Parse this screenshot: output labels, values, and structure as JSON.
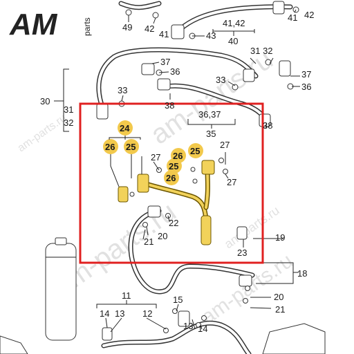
{
  "logo": {
    "letters": "AM",
    "sub": "parts"
  },
  "watermarks": [
    "am-parts.ru",
    "am-parts.ru",
    "am-parts.ru",
    "am-parts.ru",
    "am-parts.ru"
  ],
  "callouts": {
    "c49": "49",
    "c42a": "42",
    "c41a": "41",
    "c43": "43",
    "c4142": "41,42",
    "c40": "40",
    "c41b": "41",
    "c42b": "42",
    "c37a": "37",
    "c36a": "36",
    "c3132": "31 32",
    "c37b": "37",
    "c36b": "36",
    "c33a": "33",
    "c30": "30",
    "c31": "31",
    "c32": "32",
    "c33b": "33",
    "c38a": "38",
    "c3637": "36,37",
    "c35": "35",
    "c38b": "38",
    "c24": "24",
    "c26a": "26",
    "c25a": "25",
    "c27a": "27",
    "c26b": "26",
    "c25b": "25",
    "c25c": "25",
    "c26c": "26",
    "c27b": "27",
    "c27c": "27",
    "c22": "22",
    "c20a": "20",
    "c21a": "21",
    "c19": "19",
    "c23": "23",
    "c18": "18",
    "c20b": "20",
    "c21b": "21",
    "c11": "11",
    "c14a": "14",
    "c13a": "13",
    "c12": "12",
    "c15": "15",
    "c13b": "13",
    "c14b": "14"
  },
  "colors": {
    "highlight_box": "#e02020",
    "highlight_badge": "#f2c94c",
    "ink": "#1a1a1a"
  }
}
